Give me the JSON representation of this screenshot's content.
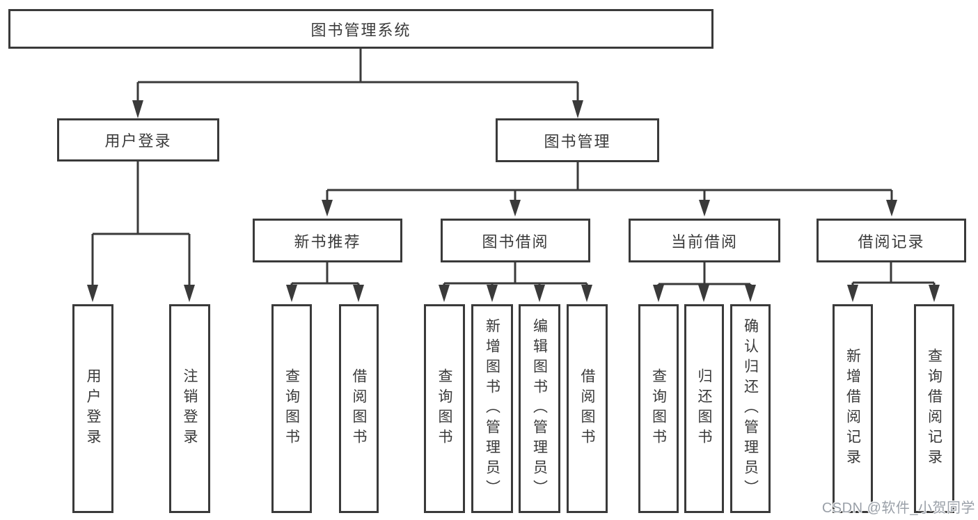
{
  "tree": {
    "label": "图书管理系统",
    "children": [
      {
        "label": "用户登录",
        "children": [
          {
            "label": "用户登录"
          },
          {
            "label": "注销登录"
          }
        ]
      },
      {
        "label": "图书管理",
        "children": [
          {
            "label": "新书推荐",
            "children": [
              {
                "label": "查询图书"
              },
              {
                "label": "借阅图书"
              }
            ]
          },
          {
            "label": "图书借阅",
            "children": [
              {
                "label": "查询图书"
              },
              {
                "label": "新增图书（管理员）"
              },
              {
                "label": "编辑图书（管理员）"
              },
              {
                "label": "借阅图书"
              }
            ]
          },
          {
            "label": "当前借阅",
            "children": [
              {
                "label": "查询图书"
              },
              {
                "label": "归还图书"
              },
              {
                "label": "确认归还（管理员）"
              }
            ]
          },
          {
            "label": "借阅记录",
            "children": [
              {
                "label": "新增借阅记录"
              },
              {
                "label": "查询借阅记录"
              }
            ]
          }
        ]
      }
    ]
  },
  "watermark": {
    "text": "CSDN @软件_小贺同学"
  },
  "colors": {
    "line": "#3a3a3a",
    "box_border": "#3a3a3a",
    "text": "#3a3a3a",
    "background": "#ffffff",
    "watermark": "#9aa0a8"
  }
}
